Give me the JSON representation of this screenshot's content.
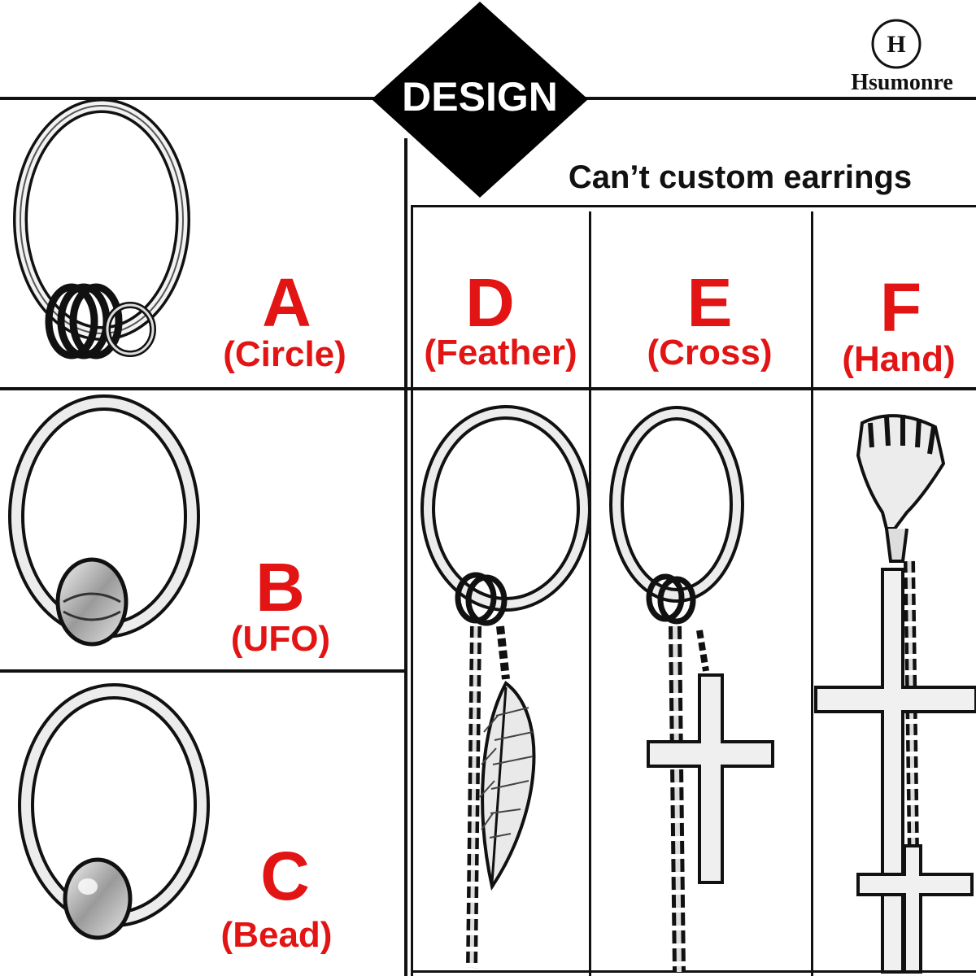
{
  "brand": {
    "logo_letter": "H",
    "name": "Hsumonre"
  },
  "header": {
    "badge_label": "DESIGN",
    "notice": "Can’t custom earrings"
  },
  "options": [
    {
      "letter": "A",
      "name": "(Circle)"
    },
    {
      "letter": "B",
      "name": "(UFO)"
    },
    {
      "letter": "C",
      "name": "(Bead)"
    },
    {
      "letter": "D",
      "name": "(Feather)"
    },
    {
      "letter": "E",
      "name": "(Cross)"
    },
    {
      "letter": "F",
      "name": "(Hand)"
    }
  ],
  "colors": {
    "label_red": "#e21414",
    "line": "#111111",
    "badge": "#000000",
    "metal": "#b8b8b8"
  },
  "icons": [
    "hoop-rings-earring-icon",
    "hoop-ufo-earring-icon",
    "hoop-bead-earring-icon",
    "hoop-feather-earring-icon",
    "hoop-cross-earring-icon",
    "hand-cross-earring-icon"
  ]
}
